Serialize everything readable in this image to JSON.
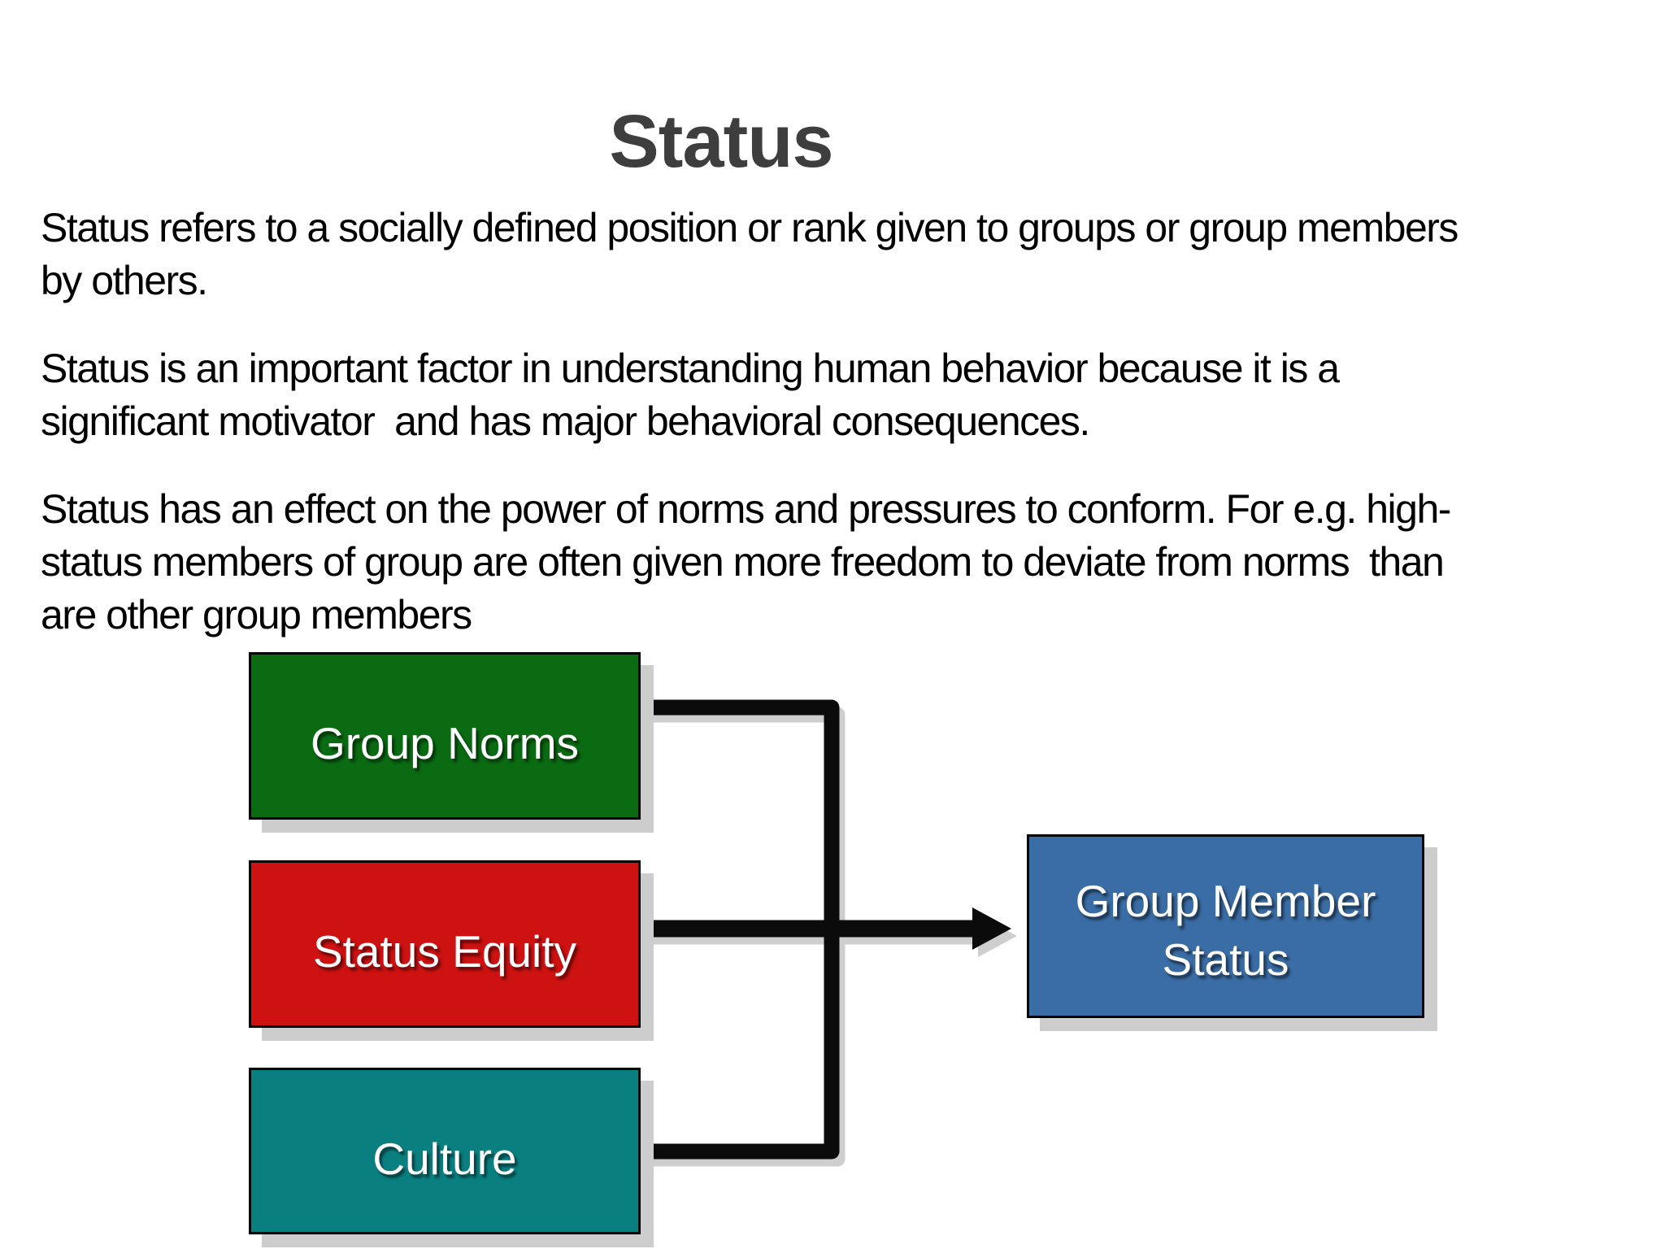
{
  "slide": {
    "title": "Status",
    "paragraphs": [
      {
        "lines": [
          "Status refers to a socially defined position or rank given to groups or group members",
          "by others."
        ]
      },
      {
        "lines": [
          "Status is an important factor in understanding human behavior because it is a",
          "significant motivator  and has major behavioral consequences."
        ]
      },
      {
        "lines": [
          "Status has an effect on the power of norms and pressures to conform. For e.g. high-",
          "status members of group are often given more freedom to deviate from norms  than",
          "are other group members"
        ]
      }
    ],
    "diagram": {
      "sources": [
        {
          "id": "group-norms",
          "label": "Group Norms",
          "color": "#0A6B12"
        },
        {
          "id": "status-equity",
          "label": "Status Equity",
          "color": "#CE1111"
        },
        {
          "id": "culture",
          "label": "Culture",
          "color": "#0A7F80"
        }
      ],
      "target": {
        "id": "group-member-status",
        "label": "Group Member Status",
        "lines": [
          "Group Member",
          "Status"
        ],
        "color": "#3A6DA5"
      },
      "relationship": "Group Norms, Status Equity and Culture lead to Group Member Status"
    },
    "colors": {
      "background": "#FFFFFF",
      "title_text": "#3E3E3E",
      "body_text": "#000000",
      "box_border": "#000000",
      "box_label_text": "#FFFFFF",
      "box_shadow": "#CDCDCD",
      "connector": "#0B0B0B",
      "connector_shadow": "#9E9E9E"
    }
  }
}
